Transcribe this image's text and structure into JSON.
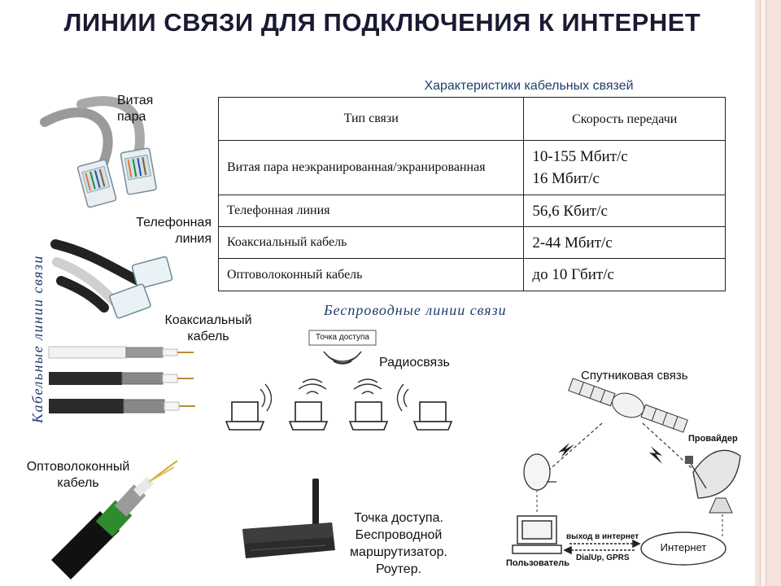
{
  "title": "ЛИНИИ СВЯЗИ ДЛЯ ПОДКЛЮЧЕНИЯ К ИНТЕРНЕТ",
  "table": {
    "caption": "Характеристики кабельных связей",
    "headers": [
      "Тип связи",
      "Скорость передачи"
    ],
    "rows": [
      {
        "type": "Витая пара неэкранированная/экранированная",
        "speed_line1": "10-155 Мбит/с",
        "speed_line2": "16 Мбит/с"
      },
      {
        "type": "Телефонная линия",
        "speed_line1": "56,6 Кбит/с"
      },
      {
        "type": "Коаксиальный кабель",
        "speed_line1": "2-44 Мбит/с"
      },
      {
        "type": "Оптоволоконный кабель",
        "speed_line1": "до 10 Гбит/с"
      }
    ]
  },
  "cable_section": {
    "vertical_label": "Кабельные линии связи",
    "twisted_pair": "Витая пара",
    "phone_line": "Телефонная линия",
    "coax": "Коаксиальный кабель",
    "fiber": "Оптоволоконный кабель"
  },
  "wireless": {
    "title": "Беспроводные линии связи",
    "access_point_tag": "Точка доступа",
    "radio": "Радиосвязь",
    "router_caption": "Точка доступа. Беспроводной маршрутизатор. Роутер.",
    "satellite": {
      "title": "Спутниковая связь",
      "provider": "Провайдер",
      "user": "Пользователь",
      "internet": "Интернет",
      "access_line1": "выход в интернет",
      "access_line2": "DialUp, GPRS"
    }
  },
  "colors": {
    "accent_blue": "#1f3e6e",
    "title": "#1a1a33",
    "border_pink": "#f4e2db",
    "fiber_green": "#2e8b2e"
  }
}
